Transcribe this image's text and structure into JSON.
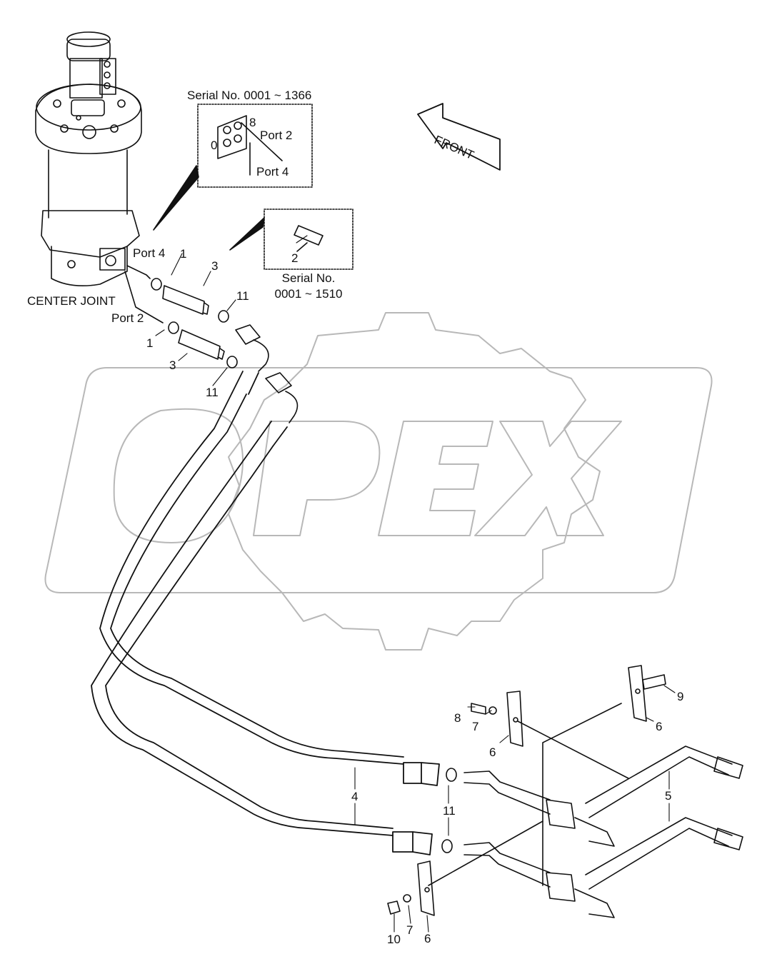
{
  "watermark": {
    "text": "OPEX",
    "color": "#b8b8b8"
  },
  "front_arrow": {
    "label": "FRONT"
  },
  "center_joint": {
    "label": "CENTER JOINT"
  },
  "inset_top": {
    "title": "Serial No. 0001 ~ 1366",
    "port_2": "Port 2",
    "port_4": "Port 4",
    "mark_8": "8",
    "mark_0": "0"
  },
  "inset_fitting": {
    "title_line1": "Serial No.",
    "title_line2": "0001 ~ 1510",
    "part": "2"
  },
  "port_labels": {
    "port_4": "Port 4",
    "port_2": "Port 2"
  },
  "part_callouts": [
    {
      "id": "1a",
      "text": "1"
    },
    {
      "id": "3a",
      "text": "3"
    },
    {
      "id": "11a",
      "text": "11"
    },
    {
      "id": "1b",
      "text": "1"
    },
    {
      "id": "3b",
      "text": "3"
    },
    {
      "id": "11b",
      "text": "11"
    },
    {
      "id": "4",
      "text": "4"
    },
    {
      "id": "11c",
      "text": "11"
    },
    {
      "id": "5",
      "text": "5"
    },
    {
      "id": "8",
      "text": "8"
    },
    {
      "id": "7a",
      "text": "7"
    },
    {
      "id": "6a",
      "text": "6"
    },
    {
      "id": "9",
      "text": "9"
    },
    {
      "id": "6b",
      "text": "6"
    },
    {
      "id": "10",
      "text": "10"
    },
    {
      "id": "7b",
      "text": "7"
    },
    {
      "id": "6c",
      "text": "6"
    }
  ]
}
